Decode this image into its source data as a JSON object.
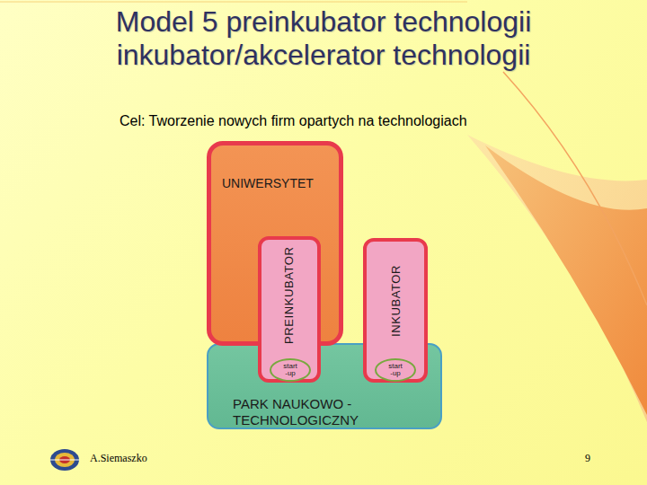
{
  "diagram": {
    "title": "Model 5 preinkubator technologii inkubator/akcelerator technologii",
    "nodes": [
      {
        "text": [
          "UNIWERSYTET"
        ]
      },
      {
        "text": [
          "PREINKUBATOR"
        ]
      },
      {
        "text": [
          "start -up"
        ],
        "in": 1
      },
      {
        "text": [
          "INKUBATOR"
        ]
      },
      {
        "text": [
          "start -up"
        ],
        "in": 3
      },
      {
        "text": [
          "PARK NAUKOWO - TECHNOLOGICZNY"
        ]
      }
    ],
    "labels": [
      "Cel: Tworzenie nowych firm opartych na technologiach",
      "A.Siemaszko",
      "9"
    ]
  }
}
